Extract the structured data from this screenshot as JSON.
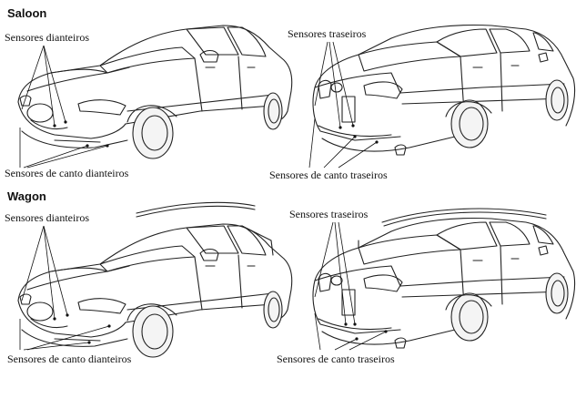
{
  "sections": [
    {
      "heading": "Saloon",
      "front_top_label": "Sensores dianteiros",
      "front_bottom_label": "Sensores de canto dianteiros",
      "rear_top_label": "Sensores traseiros",
      "rear_bottom_label": "Sensores de canto traseiros"
    },
    {
      "heading": "Wagon",
      "front_top_label": "Sensores dianteiros",
      "front_bottom_label": "Sensores de canto dianteiros",
      "rear_top_label": "Sensores traseiros",
      "rear_bottom_label": "Sensores de canto traseiros"
    }
  ]
}
